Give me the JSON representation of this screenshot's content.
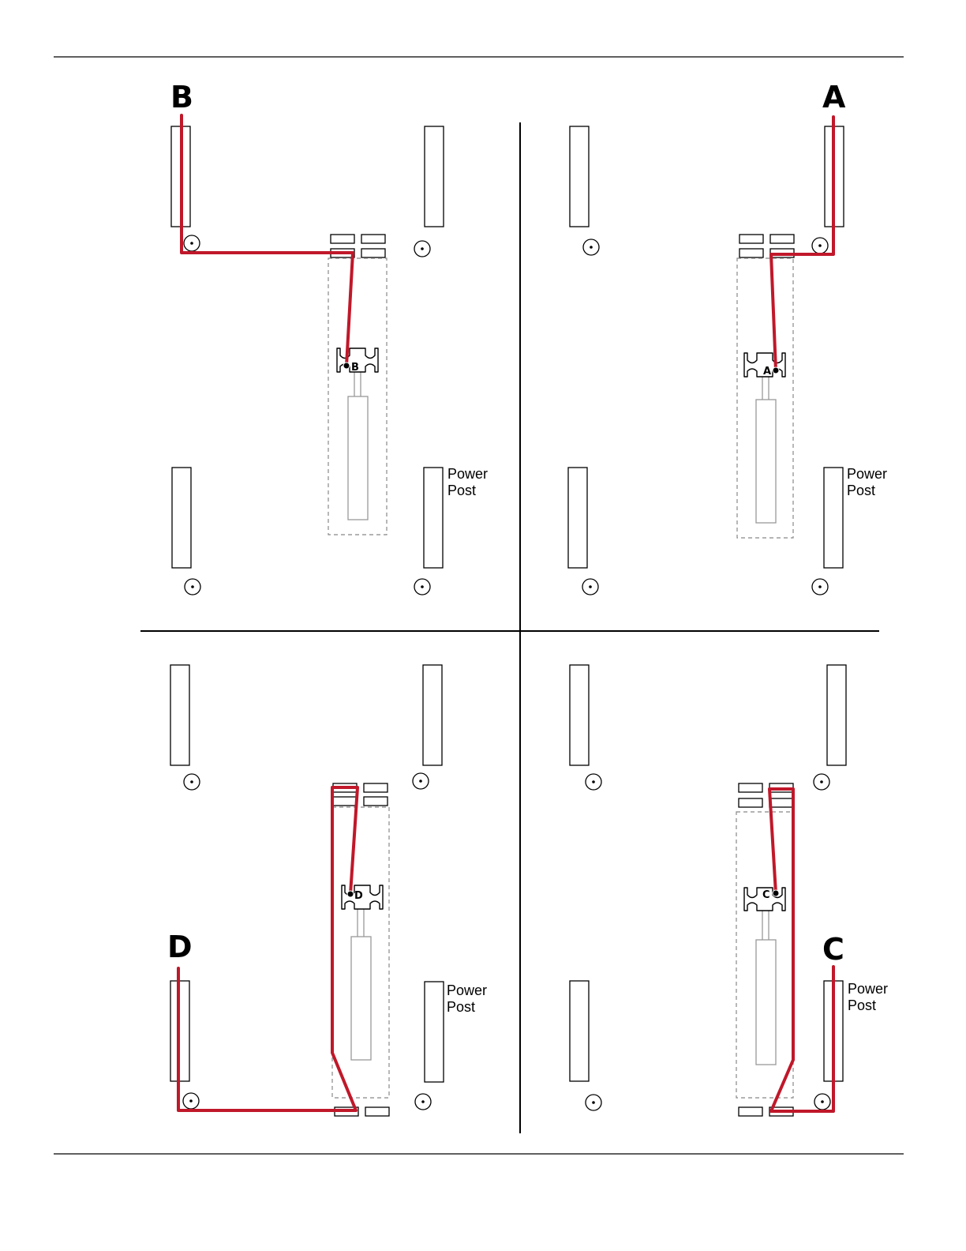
{
  "quadrants": [
    {
      "id": "B",
      "big_label": "B",
      "clip_label": "B",
      "power_post": [
        "Power",
        "Post"
      ]
    },
    {
      "id": "A",
      "big_label": "A",
      "clip_label": "A",
      "power_post": [
        "Power",
        "Post"
      ]
    },
    {
      "id": "D",
      "big_label": "D",
      "clip_label": "D",
      "power_post": [
        "Power",
        "Post"
      ]
    },
    {
      "id": "C",
      "big_label": "C",
      "clip_label": "C",
      "power_post": [
        "Power",
        "Post"
      ]
    }
  ],
  "colors": {
    "wire": "#c0182a",
    "line": "#000000",
    "bar": "#999999"
  }
}
